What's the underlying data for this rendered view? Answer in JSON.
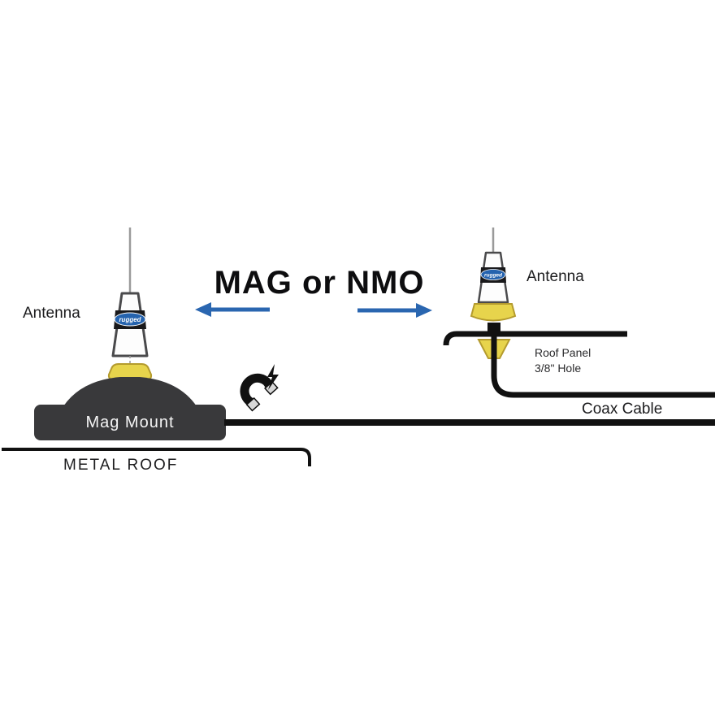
{
  "title": "MAG or NMO",
  "left": {
    "antenna_label": "Antenna",
    "mount_label": "Mag Mount",
    "roof_label": "METAL ROOF",
    "logo": "rugged"
  },
  "right": {
    "antenna_label": "Antenna",
    "roof_panel_line1": "Roof Panel",
    "roof_panel_line2": "3/8\" Hole",
    "coax_label": "Coax Cable",
    "logo": "rugged"
  },
  "colors": {
    "arrow_blue": "#2a66b0",
    "yellow": "#e7d44c",
    "yellow_stroke": "#b49b2e",
    "mount_gray": "#39393b",
    "line_black": "#111111",
    "logo_blue": "#2563ae"
  }
}
